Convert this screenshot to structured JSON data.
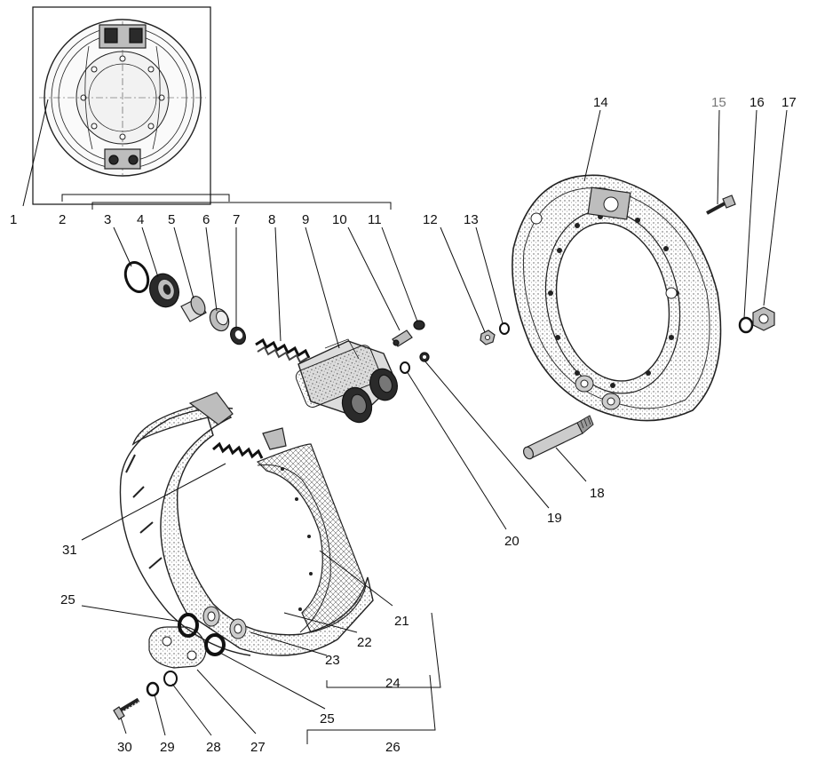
{
  "labels": {
    "n1": "1",
    "n2": "2",
    "n3": "3",
    "n4": "4",
    "n5": "5",
    "n6": "6",
    "n7": "7",
    "n8": "8",
    "n9": "9",
    "n10": "10",
    "n11": "11",
    "n12": "12",
    "n13": "13",
    "n14": "14",
    "n15": "15",
    "n16": "16",
    "n17": "17",
    "n18": "18",
    "n19": "19",
    "n20": "20",
    "n21": "21",
    "n22": "22",
    "n23": "23",
    "n24": "24",
    "n25a": "25",
    "n25b": "25",
    "n26": "26",
    "n27": "27",
    "n28": "28",
    "n29": "29",
    "n30": "30",
    "n31": "31"
  },
  "colors": {
    "ink": "#111111",
    "muted_label": "#777777",
    "background": "#ffffff"
  }
}
